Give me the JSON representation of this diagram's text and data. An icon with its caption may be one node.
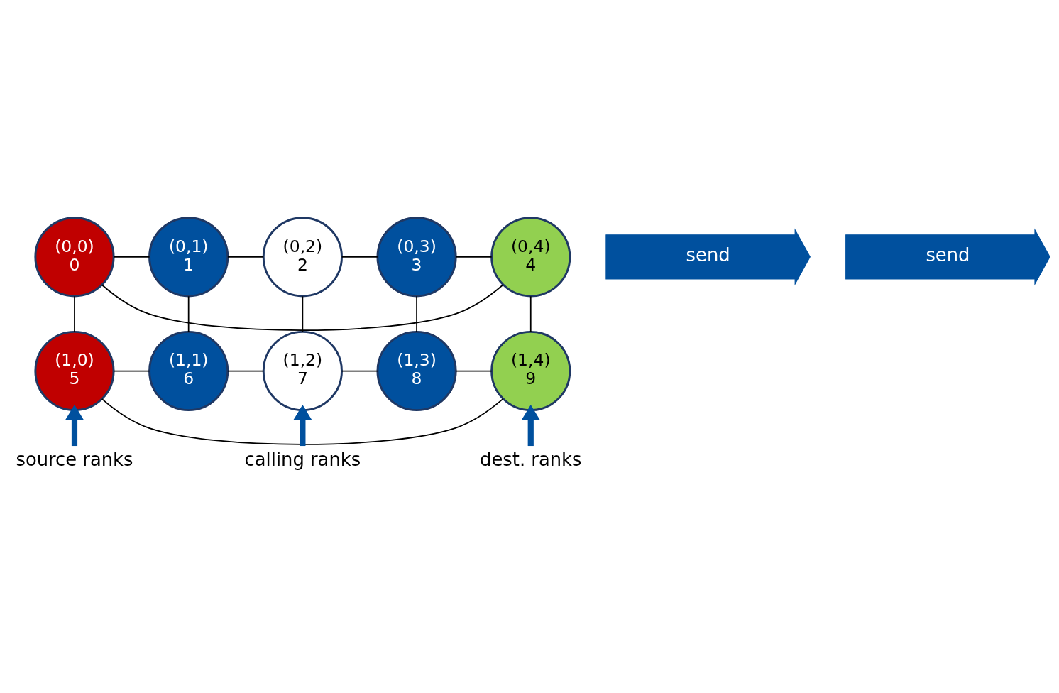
{
  "diagram": {
    "nodes": [
      {
        "text": [
          "(0,0)",
          "0"
        ]
      },
      {
        "text": [
          "(0,1)",
          "1"
        ]
      },
      {
        "text": [
          "(0,2)",
          "2"
        ]
      },
      {
        "text": [
          "(0,3)",
          "3"
        ]
      },
      {
        "text": [
          "(0,4)",
          "4"
        ]
      },
      {
        "text": [
          "(1,0)",
          "5"
        ]
      },
      {
        "text": [
          "(1,1)",
          "6"
        ]
      },
      {
        "text": [
          "(1,2)",
          "7"
        ]
      },
      {
        "text": [
          "(1,3)",
          "8"
        ]
      },
      {
        "text": [
          "(1,4)",
          "9"
        ]
      },
      {
        "text": [
          "send"
        ]
      },
      {
        "text": [
          "send"
        ]
      },
      {
        "text": [
          "source ranks"
        ]
      },
      {
        "text": [
          "calling ranks"
        ]
      },
      {
        "text": [
          "dest. ranks"
        ]
      }
    ],
    "edges": [
      {
        "from": 0,
        "to": 1,
        "arrow": "none"
      },
      {
        "from": 1,
        "to": 2,
        "arrow": "none"
      },
      {
        "from": 2,
        "to": 3,
        "arrow": "none"
      },
      {
        "from": 3,
        "to": 4,
        "arrow": "none"
      },
      {
        "from": 0,
        "to": 4,
        "arrow": "none"
      },
      {
        "from": 5,
        "to": 0,
        "arrow": "none"
      },
      {
        "from": 6,
        "to": 1,
        "arrow": "none"
      },
      {
        "from": 7,
        "to": 2,
        "arrow": "none"
      },
      {
        "from": 8,
        "to": 3,
        "arrow": "none"
      },
      {
        "from": 9,
        "to": 4,
        "arrow": "none"
      },
      {
        "from": 5,
        "to": 6,
        "arrow": "none"
      },
      {
        "from": 6,
        "to": 7,
        "arrow": "none"
      },
      {
        "from": 7,
        "to": 8,
        "arrow": "none"
      },
      {
        "from": 8,
        "to": 9,
        "arrow": "none"
      },
      {
        "from": 5,
        "to": 9,
        "arrow": "none"
      },
      {
        "from": 12,
        "to": 5,
        "arrow": "to",
        "style": "thick",
        "color": "#00509e"
      },
      {
        "from": 13,
        "to": 7,
        "arrow": "to",
        "style": "thick",
        "color": "#00509e"
      },
      {
        "from": 14,
        "to": 9,
        "arrow": "to",
        "style": "thick",
        "color": "#00509e"
      }
    ]
  }
}
